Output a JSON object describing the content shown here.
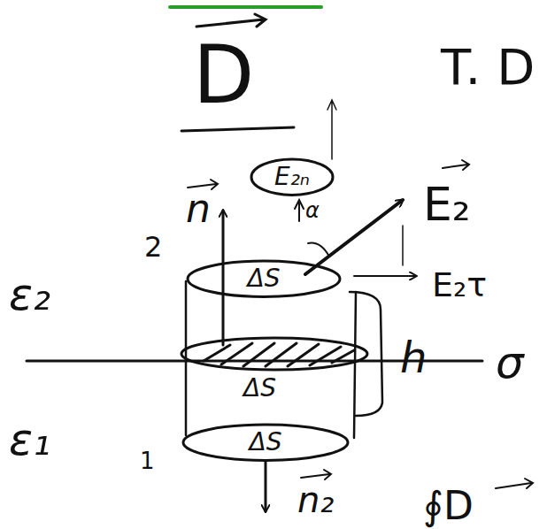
{
  "diagram": {
    "nodes": [
      {
        "text": [
          "E₂ₙ"
        ]
      },
      {
        "text": [
          "ΔS"
        ]
      },
      {
        "text": [
          "ΔS"
        ]
      }
    ],
    "labels": [
      "D",
      "T. D",
      "α",
      "n",
      "E₂",
      "2",
      "ε₂",
      "E₂τ",
      "σ",
      "h",
      "ΔS",
      "ε₁",
      "1",
      "n₂",
      "∮D"
    ]
  }
}
